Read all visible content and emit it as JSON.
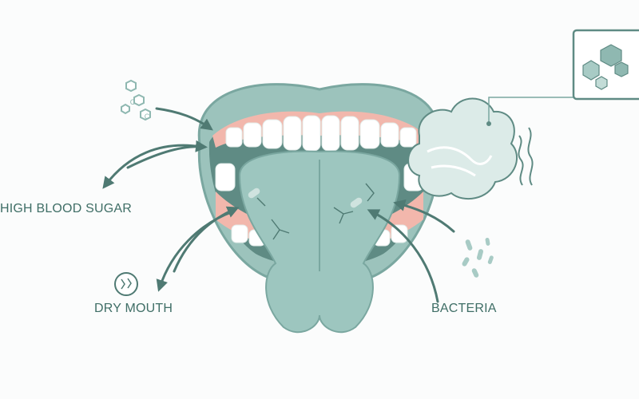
{
  "labels": {
    "high_blood_sugar": "HIGH BLOOD SUGAR",
    "dry_mouth": "DRY MOUTH",
    "bacteria": "BACTERIA"
  },
  "colors": {
    "label_text": "#3f6e66",
    "arrow": "#4f7a73",
    "lip": "#9cc3bc",
    "lip_dark": "#7aa7a0",
    "gum": "#f2b7ac",
    "tooth": "#ffffff",
    "tongue": "#9dc6bf",
    "mouth_interior": "#5f8b84",
    "breath_cloud": "#dcebe8",
    "molecule": "#8fb8b1",
    "bacteria": "#a8cbc5"
  },
  "icons": [
    "molecule-icon",
    "dry-mouth-icon",
    "bacteria-icon",
    "breath-cloud-icon",
    "compound-box-icon"
  ]
}
